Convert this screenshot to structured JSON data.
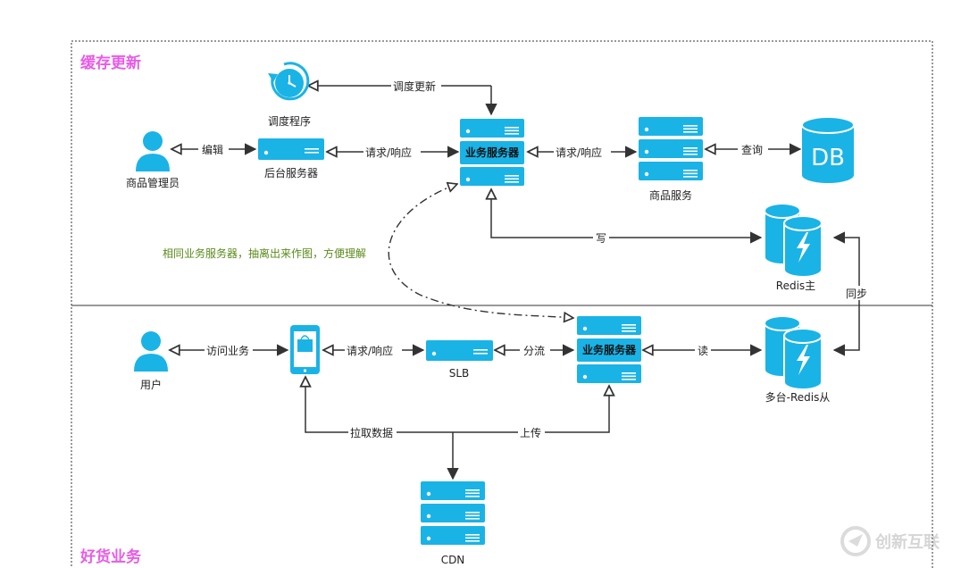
{
  "colors": {
    "accent": "#1ab3e6",
    "section_title": "#e85be6",
    "note": "#5a8a1a",
    "line": "#333333"
  },
  "sections": {
    "cache_update": "缓存更新",
    "goods_business": "好货业务"
  },
  "nodes": {
    "scheduler": "调度程序",
    "admin": "商品管理员",
    "backend": "后台服务器",
    "biz_top": "业务服务器",
    "goods_service": "商品服务",
    "db": "DB",
    "redis_master": "Redis主",
    "user": "用户",
    "slb": "SLB",
    "biz_bottom": "业务服务器",
    "redis_slave": "多台-Redis从",
    "cdn": "CDN"
  },
  "edges": {
    "schedule_update": "调度更新",
    "edit": "编辑",
    "req_resp_1": "请求/响应",
    "req_resp_2": "请求/响应",
    "query": "查询",
    "write": "写",
    "sync": "同步",
    "visit": "访问业务",
    "req_resp_3": "请求/响应",
    "split": "分流",
    "read": "读",
    "pull_data": "拉取数据",
    "upload": "上传"
  },
  "note": "相同业务服务器，抽离出来作图，方便理解",
  "watermark": "创新互联"
}
